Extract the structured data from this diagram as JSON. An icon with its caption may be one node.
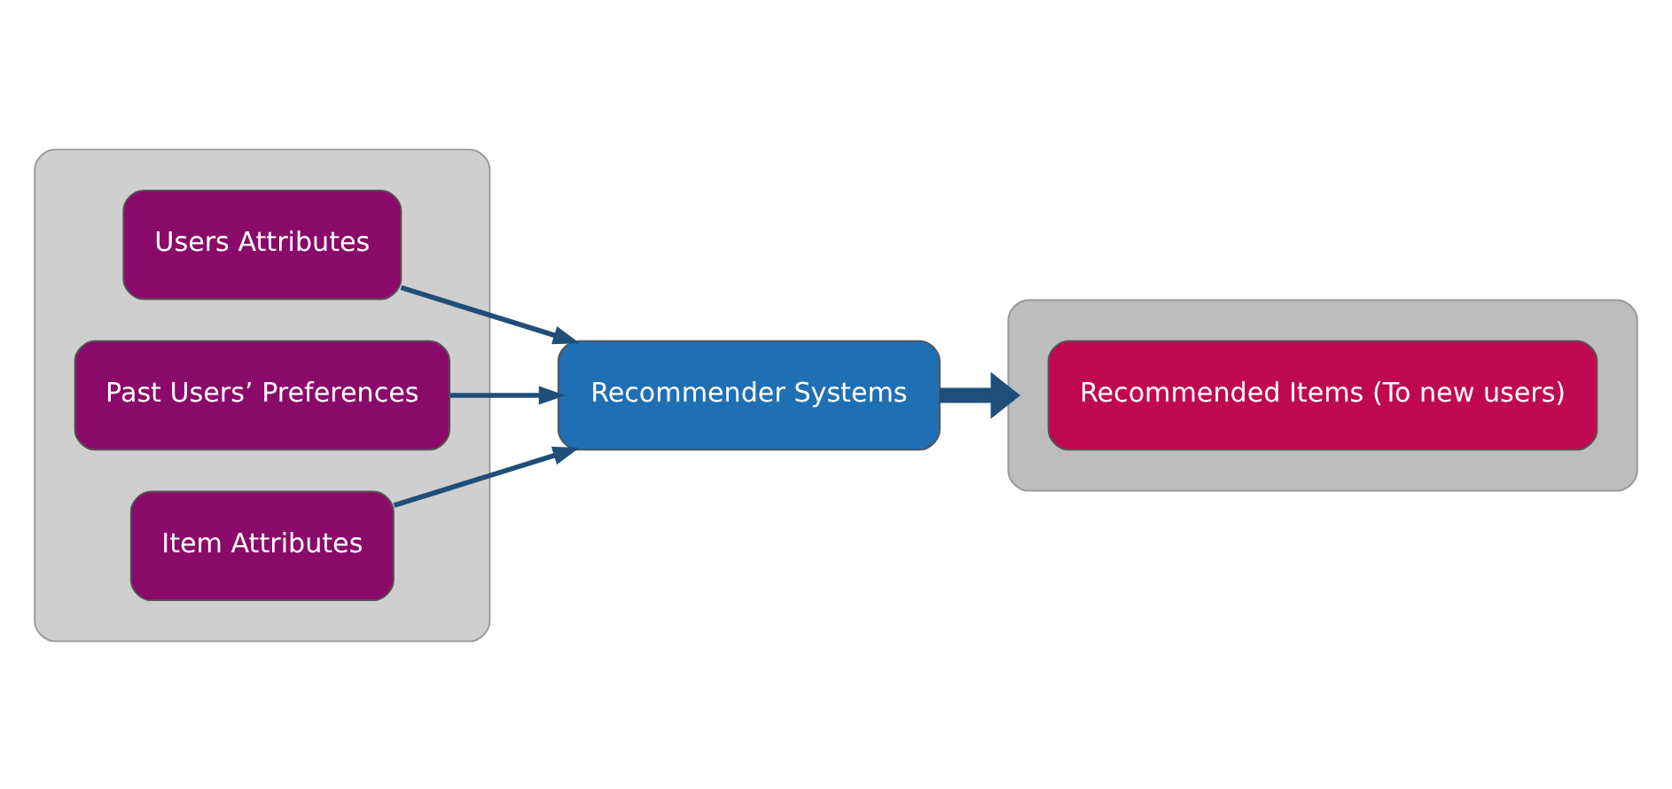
{
  "diagram": {
    "nodes": [
      {
        "text": [],
        "shape": "box"
      },
      {
        "text": [
          "Users Attributes"
        ],
        "in": 0
      },
      {
        "text": [
          "Past Users’ Preferences"
        ],
        "in": 0
      },
      {
        "text": [
          "Item Attributes"
        ],
        "in": 0
      },
      {
        "text": [
          "Recommender Systems"
        ]
      },
      {
        "text": [],
        "shape": "box"
      },
      {
        "text": [
          "Recommended Items (To new users)"
        ],
        "in": 5
      }
    ],
    "edges": [
      {
        "from": 1,
        "to": 4,
        "arrow": "to"
      },
      {
        "from": 2,
        "to": 4,
        "arrow": "to"
      },
      {
        "from": 3,
        "to": 4,
        "arrow": "to"
      },
      {
        "from": 4,
        "to": 5,
        "arrow": "to",
        "style": "thick"
      }
    ]
  }
}
